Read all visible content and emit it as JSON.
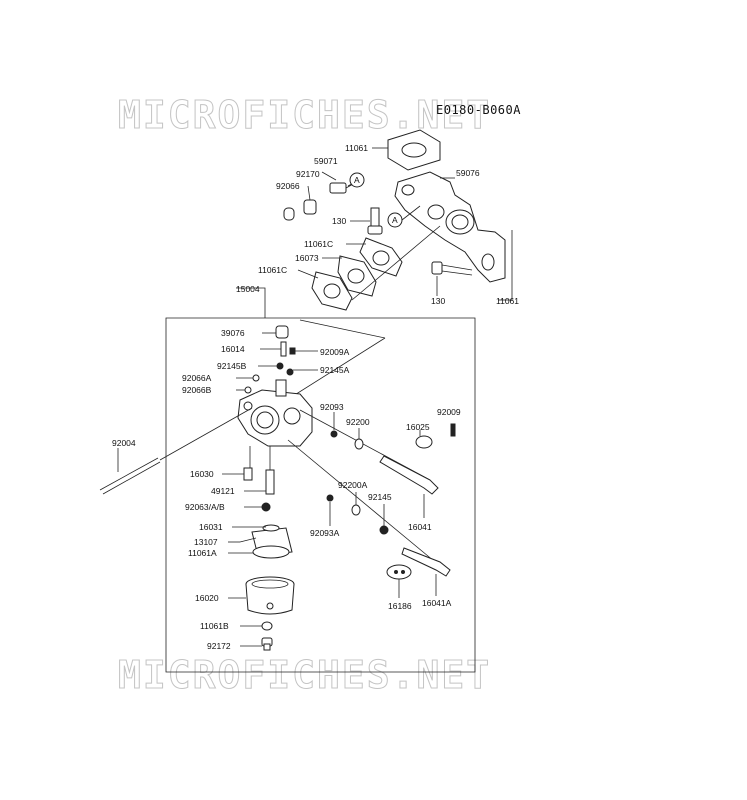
{
  "diagram": {
    "code": "E0180-B060A",
    "watermark_top": "MICROFICHES.NET",
    "watermark_bottom": "MICROFICHES.NET",
    "ref_marker": "A",
    "labels": {
      "p11061_top": "11061",
      "p59071": "59071",
      "p92170": "92170",
      "p92066": "92066",
      "p59076": "59076",
      "p130_left": "130",
      "p11061C_a": "11061C",
      "p16073": "16073",
      "p11061C_b": "11061C",
      "p130_bottom": "130",
      "p11061_right": "11061",
      "p15004": "15004",
      "p39076": "39076",
      "p16014": "16014",
      "p92009A": "92009A",
      "p92145B": "92145B",
      "p92145A": "92145A",
      "p92066A": "92066A",
      "p92066B": "92066B",
      "p92093": "92093",
      "p92200": "92200",
      "p92009": "92009",
      "p16025": "16025",
      "p92004": "92004",
      "p16030": "16030",
      "p49121": "49121",
      "p92200A": "92200A",
      "p92145": "92145",
      "p92063": "92063/A/B",
      "p16041": "16041",
      "p16031": "16031",
      "p92093A": "92093A",
      "p13107": "13107",
      "p11061A": "11061A",
      "p16020": "16020",
      "p16186": "16186",
      "p16041A": "16041A",
      "p11061B": "11061B",
      "p92172": "92172"
    }
  }
}
